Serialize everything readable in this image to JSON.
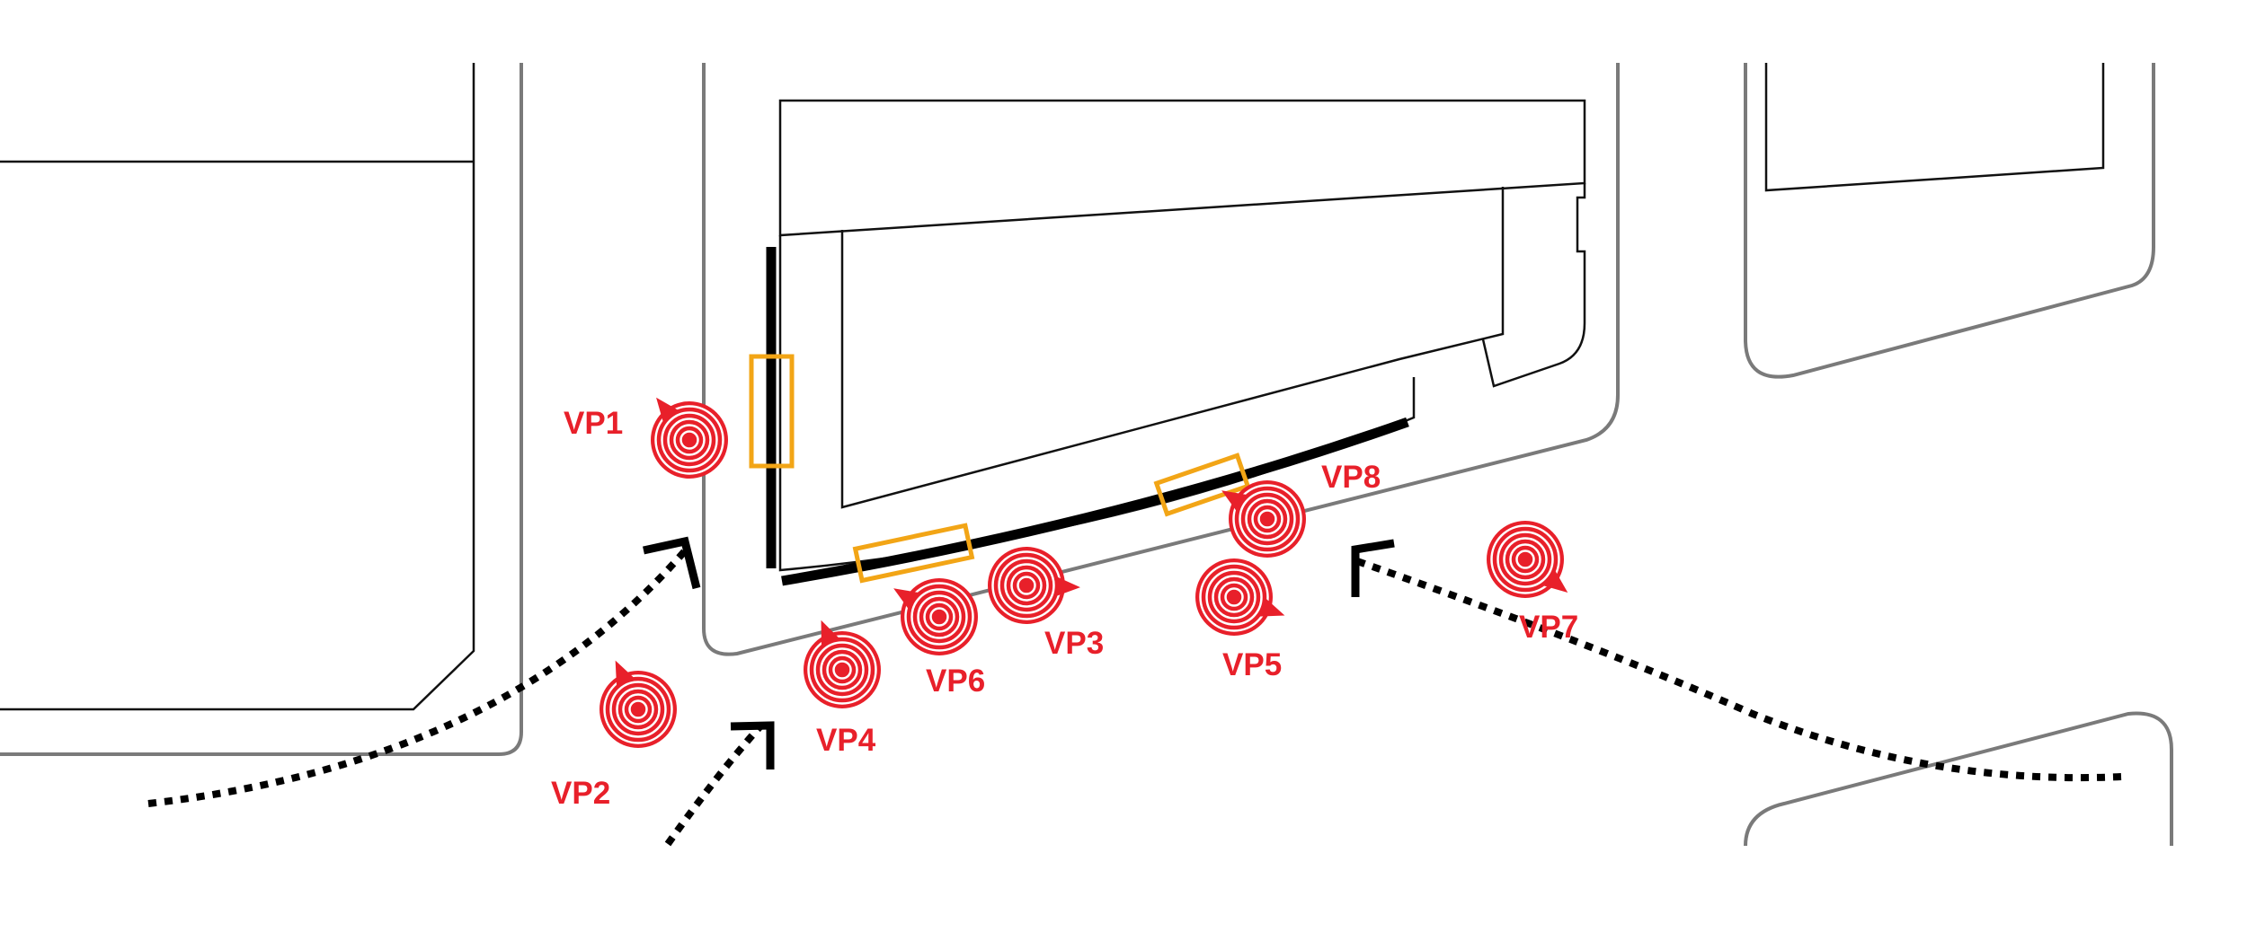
{
  "colors": {
    "background": "#ffffff",
    "viewpoint": "#e8202a",
    "signage": "#f2a516",
    "facade": "#000000",
    "block_outline": "#7a7a7a"
  },
  "legend_icons": {
    "viewpoint": "viewpoint-target-icon",
    "approach": "approach-arrow-icon"
  },
  "viewpoints": [
    {
      "id": "vp1",
      "label": "VP1"
    },
    {
      "id": "vp2",
      "label": "VP2"
    },
    {
      "id": "vp3",
      "label": "VP3"
    },
    {
      "id": "vp4",
      "label": "VP4"
    },
    {
      "id": "vp5",
      "label": "VP5"
    },
    {
      "id": "vp6",
      "label": "VP6"
    },
    {
      "id": "vp7",
      "label": "VP7"
    },
    {
      "id": "vp8",
      "label": "VP8"
    }
  ]
}
